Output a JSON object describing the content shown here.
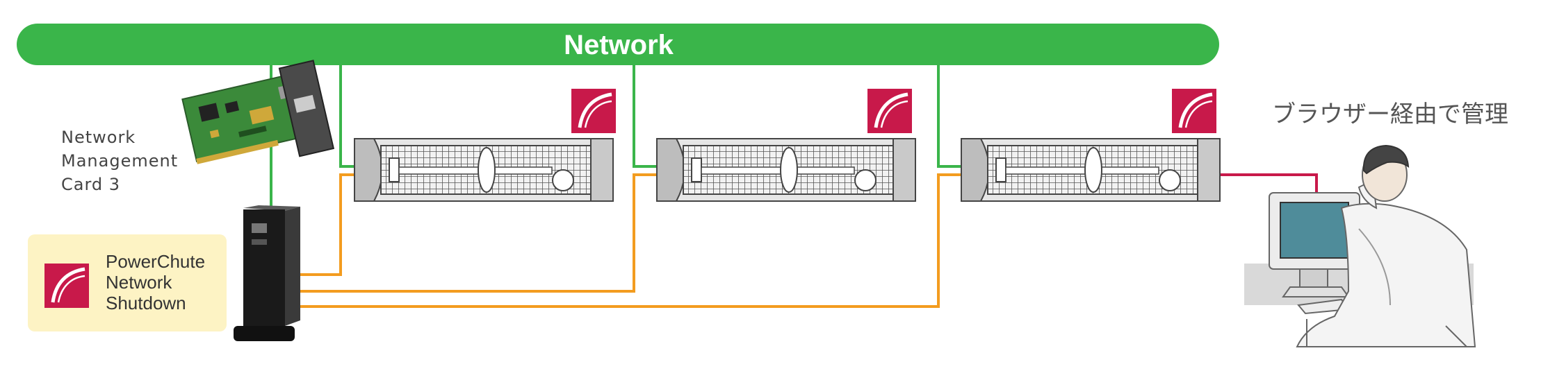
{
  "network": {
    "label": "Network"
  },
  "nmc": {
    "lines": [
      "Network",
      "Management",
      "Card 3"
    ]
  },
  "pcns": {
    "lines": [
      "PowerChute",
      "Network",
      "Shutdown"
    ]
  },
  "browser": {
    "label": "ブラウザー経由で管理"
  },
  "colors": {
    "network_bus": "#3ab54a",
    "power_line": "#f39c1f",
    "browser_line": "#c8194a",
    "pcns_logo": "#c8194a",
    "pcns_box": "#fdf3c4"
  },
  "icons": [
    "network-card-icon",
    "ups-icon",
    "server-icon",
    "powerchute-logo-icon",
    "user-computer-icon"
  ]
}
